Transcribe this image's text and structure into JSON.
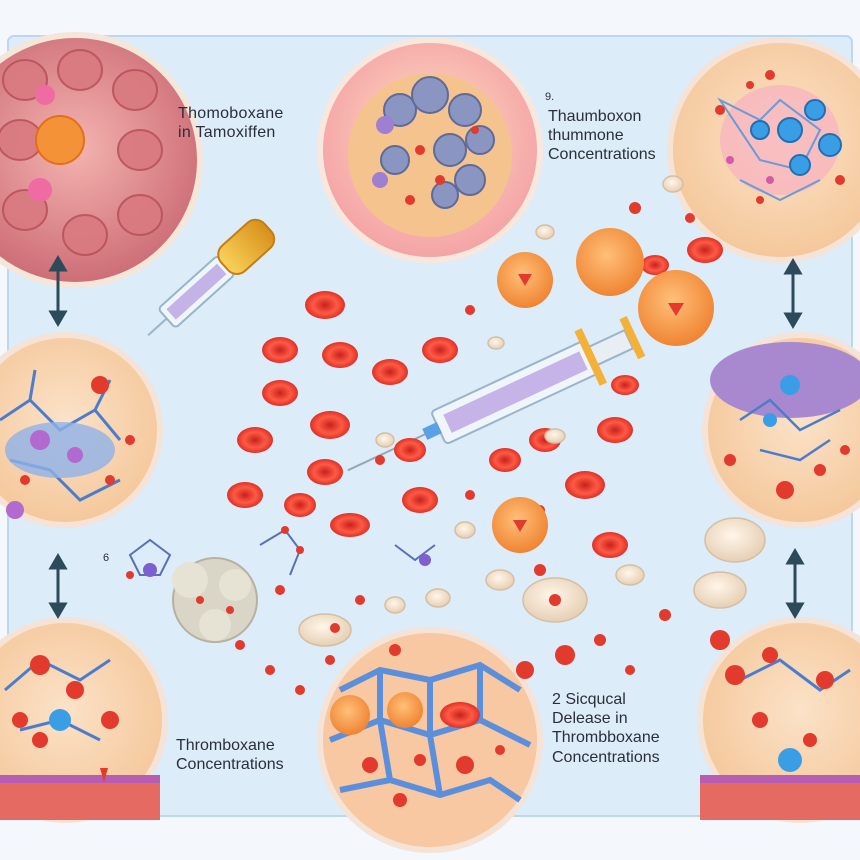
{
  "labels": {
    "top_left": [
      "Thomoboxane",
      "in Tamoxiffen"
    ],
    "top_right_marker": "9.",
    "top_right": [
      "Thaumboxon",
      "thummone",
      "Concentrations"
    ],
    "left_marker": "6",
    "bottom_left": [
      "Thromboxane",
      "Concentrations"
    ],
    "bottom_right": [
      "2 Sicqucal",
      "Delease in",
      "Thrombboxane",
      "Concentrations"
    ]
  },
  "colors": {
    "background_panel": "#dcecf9",
    "rbc": "#e23a2c",
    "platelet_orange": "#f39a4c",
    "arrow": "#2d4a5a",
    "bubble_border": "#f4e3d6"
  },
  "icons": [
    "up-down-arrow-icon",
    "capsule-icon",
    "syringe-icon"
  ]
}
